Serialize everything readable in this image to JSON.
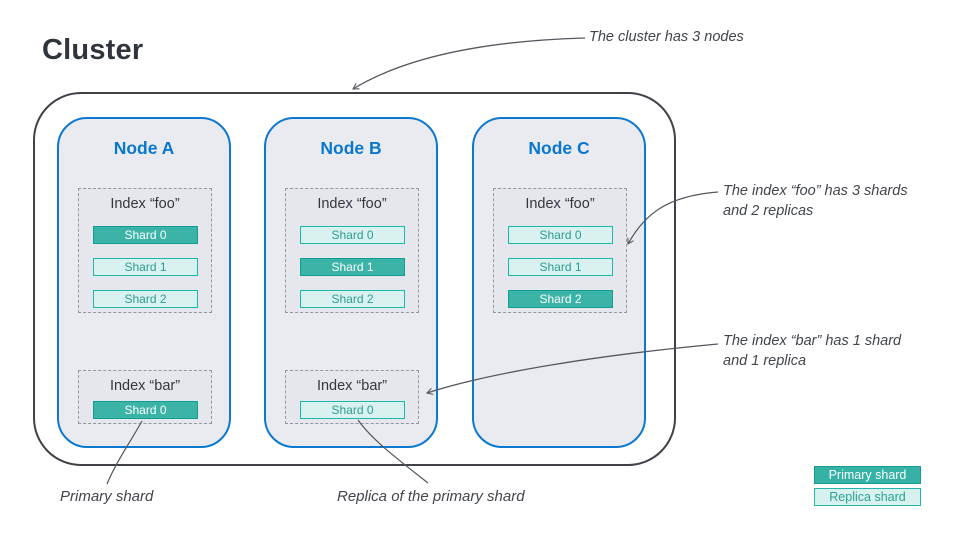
{
  "title": "Cluster",
  "annotations": {
    "cluster_note": "The cluster has 3 nodes",
    "foo_note": {
      "line1": "The index “foo” has 3 shards",
      "line2": "and 2 replicas"
    },
    "bar_note": {
      "line1": "The index “bar” has 1 shard",
      "line2": "and 1 replica"
    },
    "primary_label": "Primary shard",
    "replica_label": "Replica of the primary shard"
  },
  "legend": {
    "primary": "Primary shard",
    "replica": "Replica shard"
  },
  "colors": {
    "primary_shard_fill": "#3bb3a7",
    "primary_shard_border": "#0ca093",
    "replica_shard_fill": "#d9f2ef",
    "replica_shard_border": "#1cb8ab",
    "node_border_blue": "#0d78cf",
    "node_title_blue": "#0b77cc",
    "node_background": "#e9ebf0",
    "cluster_border": "#3e4248",
    "arrow_gray": "#53575e"
  },
  "nodes": [
    {
      "title": "Node A",
      "indices": [
        {
          "label": "Index “foo”",
          "shards": [
            {
              "label": "Shard 0",
              "type": "primary"
            },
            {
              "label": "Shard 1",
              "type": "replica"
            },
            {
              "label": "Shard 2",
              "type": "replica"
            }
          ]
        },
        {
          "label": "Index “bar”",
          "shards": [
            {
              "label": "Shard 0",
              "type": "primary"
            }
          ]
        }
      ]
    },
    {
      "title": "Node B",
      "indices": [
        {
          "label": "Index “foo”",
          "shards": [
            {
              "label": "Shard 0",
              "type": "replica"
            },
            {
              "label": "Shard 1",
              "type": "primary"
            },
            {
              "label": "Shard 2",
              "type": "replica"
            }
          ]
        },
        {
          "label": "Index “bar”",
          "shards": [
            {
              "label": "Shard 0",
              "type": "replica"
            }
          ]
        }
      ]
    },
    {
      "title": "Node C",
      "indices": [
        {
          "label": "Index “foo”",
          "shards": [
            {
              "label": "Shard 0",
              "type": "replica"
            },
            {
              "label": "Shard 1",
              "type": "replica"
            },
            {
              "label": "Shard 2",
              "type": "primary"
            }
          ]
        }
      ]
    }
  ]
}
